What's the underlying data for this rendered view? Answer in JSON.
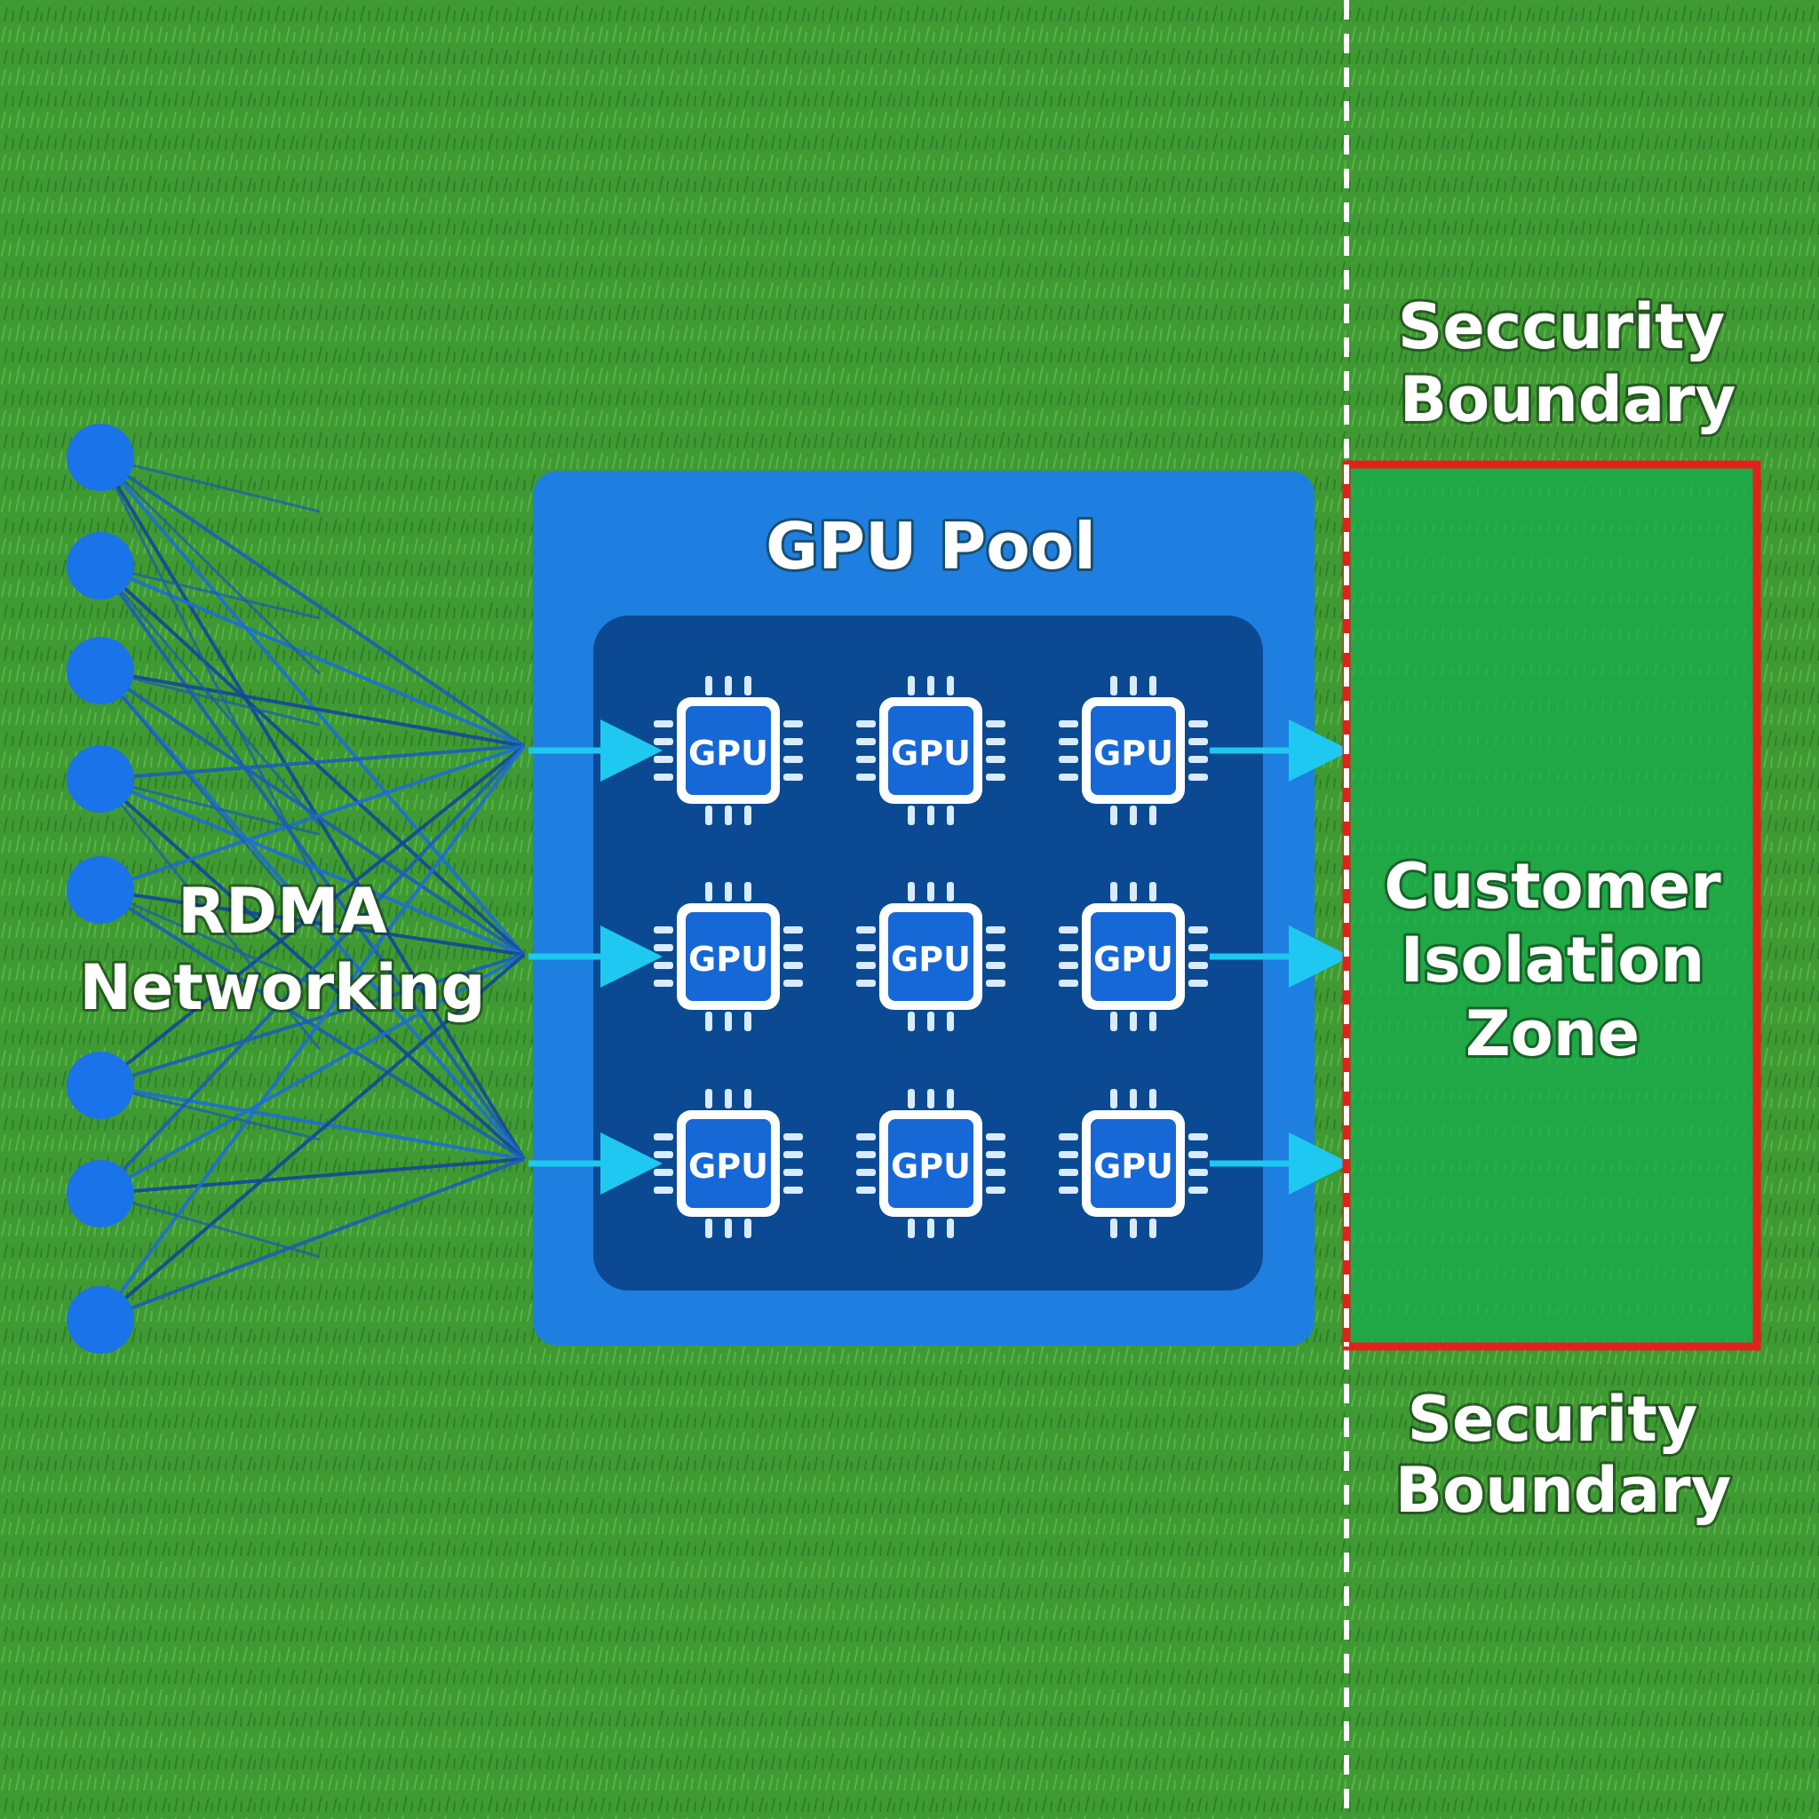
{
  "background": {
    "description_color": "#3f9a34"
  },
  "colors": {
    "accent_blue": "#1f7fe0",
    "pool_inner": "#0b4a93",
    "node_blue": "#1a73e8",
    "arrow_cyan": "#1ec8f0",
    "boundary_red": "#e3211c",
    "zone_green": "#1fa845"
  },
  "network": {
    "label_line1": "RDMA",
    "label_line2": "Networking",
    "node_count": 8,
    "icon": "network-node-icon"
  },
  "pool": {
    "title": "GPU Pool",
    "chip_label": "GPU",
    "rows": 3,
    "cols": 3,
    "icon": "gpu-chip-icon"
  },
  "boundary": {
    "top_line1": "Seccurity",
    "top_line2": "Boundary",
    "bottom_line1": "Security",
    "bottom_line2": "Boundary"
  },
  "zone": {
    "line1": "Customer",
    "line2": "Isolation",
    "line3": "Zone"
  }
}
